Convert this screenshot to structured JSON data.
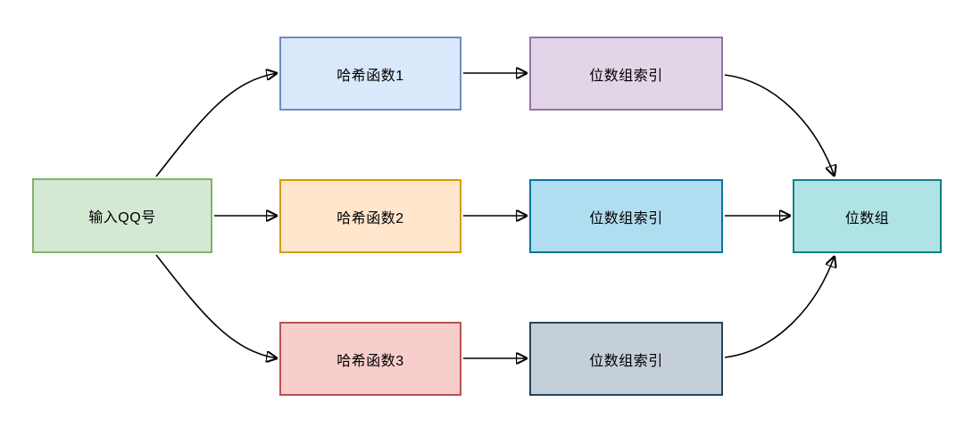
{
  "diagram": {
    "type": "flowchart",
    "canvas_bg": "#ffffff",
    "edge_color": "#000000",
    "text_color": "#000000",
    "nodes": [
      {
        "id": "input",
        "label": "输入QQ号",
        "fill": "#d5e8d4",
        "border": "#82b366"
      },
      {
        "id": "hash1",
        "label": "哈希函数1",
        "fill": "#dae8fc",
        "border": "#6c8ebf"
      },
      {
        "id": "hash2",
        "label": "哈希函数2",
        "fill": "#ffe6cc",
        "border": "#d79b00"
      },
      {
        "id": "hash3",
        "label": "哈希函数3",
        "fill": "#f8cecc",
        "border": "#b85450"
      },
      {
        "id": "index1",
        "label": "位数组索引",
        "fill": "#e1d5e7",
        "border": "#9673a6"
      },
      {
        "id": "index2",
        "label": "位数组索引",
        "fill": "#b1ddf0",
        "border": "#10739e"
      },
      {
        "id": "index3",
        "label": "位数组索引",
        "fill": "#c5cfd9",
        "border": "#23445d"
      },
      {
        "id": "bitarray",
        "label": "位数组",
        "fill": "#b0e3e6",
        "border": "#0e8088"
      }
    ],
    "edges": [
      {
        "from": "input",
        "to": "hash1"
      },
      {
        "from": "input",
        "to": "hash2"
      },
      {
        "from": "input",
        "to": "hash3"
      },
      {
        "from": "hash1",
        "to": "index1"
      },
      {
        "from": "hash2",
        "to": "index2"
      },
      {
        "from": "hash3",
        "to": "index3"
      },
      {
        "from": "index1",
        "to": "bitarray"
      },
      {
        "from": "index2",
        "to": "bitarray"
      },
      {
        "from": "index3",
        "to": "bitarray"
      }
    ]
  }
}
